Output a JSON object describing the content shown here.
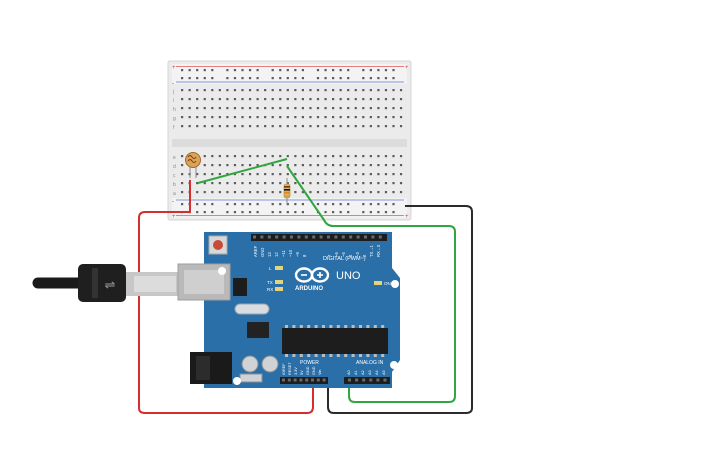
{
  "arduino": {
    "brand": "ARDUINO",
    "model": "UNO",
    "digital_label": "DIGITAL (PWM~)",
    "power_label": "POWER",
    "analog_label": "ANALOG IN",
    "on_label": "ON",
    "tx_label": "TX",
    "rx_label": "RX",
    "l_label": "L",
    "pin_aref": "AREF",
    "pin_gnd": "GND",
    "pin_13": "13",
    "pin_12": "12",
    "pin_11": "~11",
    "pin_10": "~10",
    "pin_9": "~9",
    "pin_8": "8",
    "pin_7": "7",
    "pin_6": "~6",
    "pin_5": "~5",
    "pin_4": "4",
    "pin_3": "~3",
    "pin_2": "2",
    "pin_tx1": "TX→1",
    "pin_rx0": "RX←0",
    "pin_ioref": "IOREF",
    "pin_reset": "RESET",
    "pin_3v3": "3.3V",
    "pin_5v": "5V",
    "pin_gnd1": "GND",
    "pin_gnd2": "GND",
    "pin_vin": "Vin",
    "pin_a0": "A0",
    "pin_a1": "A1",
    "pin_a2": "A2",
    "pin_a3": "A3",
    "pin_a4": "A4",
    "pin_a5": "A5"
  },
  "breadboard": {
    "rows_top": [
      "j",
      "i",
      "h",
      "g",
      "f"
    ],
    "rows_bottom": [
      "e",
      "d",
      "c",
      "b",
      "a"
    ],
    "plus": "+",
    "minus": "-"
  },
  "colors": {
    "board": "#2a6fa8",
    "wire_red": "#d62d2d",
    "wire_green": "#2fa640",
    "wire_black": "#2b2b2b"
  }
}
